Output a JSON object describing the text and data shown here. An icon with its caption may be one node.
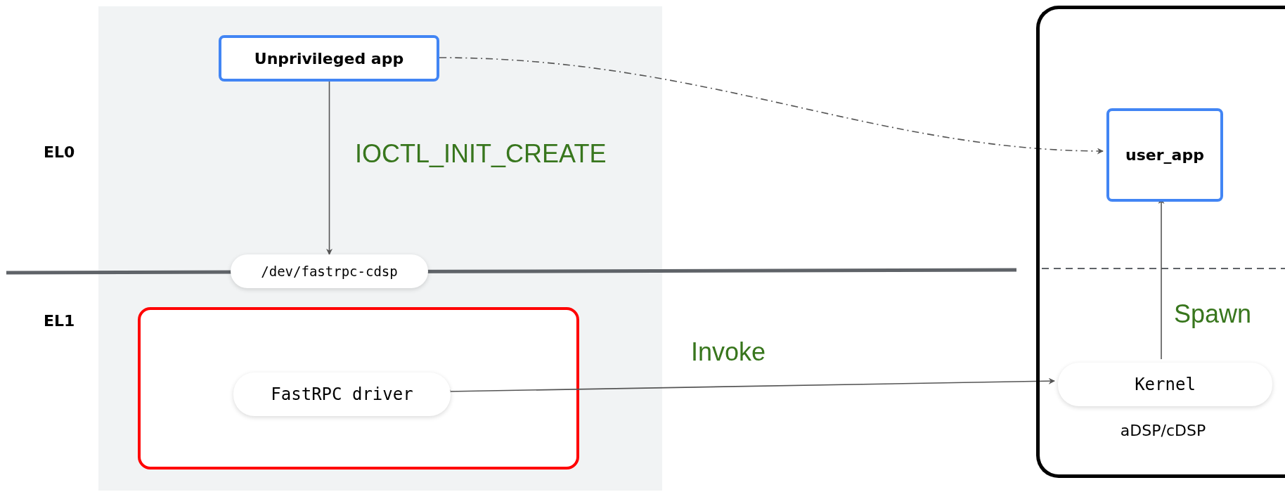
{
  "diagram": {
    "nodes": [
      {
        "text": [],
        "shape": "box"
      },
      {
        "text": [
          "Unprivileged app"
        ],
        "in": 0
      },
      {
        "text": [
          "/dev/fastrpc-cdsp"
        ],
        "in": 0
      },
      {
        "text": [],
        "shape": "box",
        "in": 0
      },
      {
        "text": [
          "FastRPC driver"
        ],
        "in": 3
      },
      {
        "text": [
          "aDSP/cDSP"
        ]
      },
      {
        "text": [
          "user_app"
        ],
        "in": 5
      },
      {
        "text": [
          "Kernel"
        ],
        "in": 5
      }
    ],
    "edges": [
      {
        "from": 1,
        "to": 2,
        "arrow": "to",
        "label": "IOCTL_INIT_CREATE"
      },
      {
        "from": 1,
        "to": 6,
        "arrow": "to",
        "style": "dashed"
      },
      {
        "from": 4,
        "to": 7,
        "arrow": "to",
        "label": "Invoke"
      },
      {
        "from": 7,
        "to": 6,
        "arrow": "to",
        "label": "Spawn"
      }
    ],
    "labels": [
      "EL0",
      "EL1"
    ]
  }
}
